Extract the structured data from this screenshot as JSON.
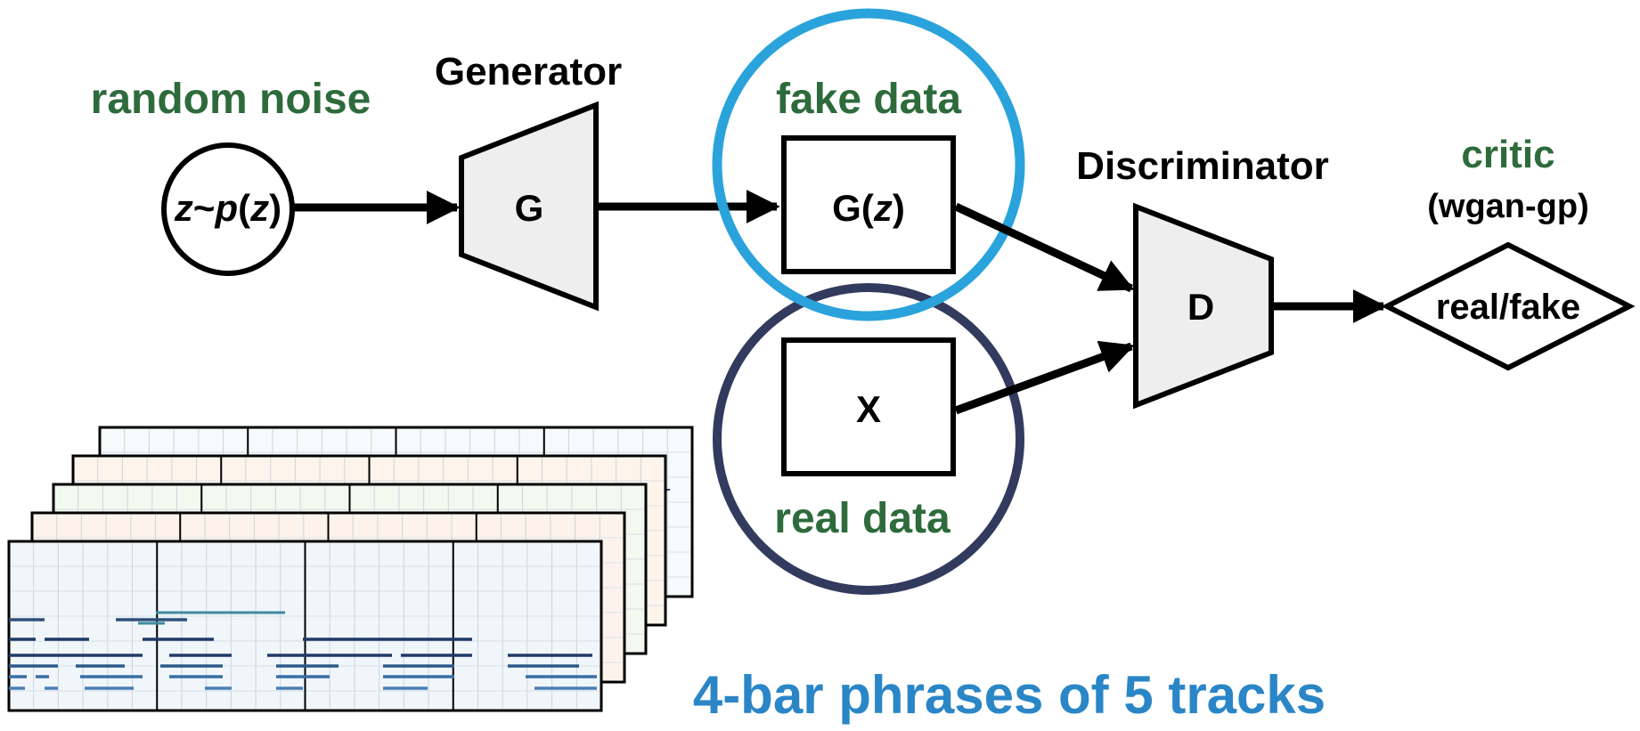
{
  "labels": {
    "random_noise": "random noise",
    "generator": "Generator",
    "generator_block": "G",
    "fake_data": "fake data",
    "fake_sample": "G(z)",
    "real_data": "real data",
    "real_sample": "X",
    "discriminator": "Discriminator",
    "discriminator_block": "D",
    "critic": "critic",
    "critic_method": "(wgan-gp)",
    "output": "real/fake",
    "caption": "4-bar phrases of 5 tracks"
  },
  "noise_formula": {
    "z": "z",
    "tilde": "~",
    "p": "p",
    "open": "(",
    "close": ")"
  },
  "colors": {
    "label_green": "#2e6b3c",
    "fake_circle": "#2aa3dc",
    "real_circle": "#323a5e",
    "caption_blue": "#2a86c7",
    "block_fill": "#eeeeee",
    "stroke": "#000000",
    "track_tints": [
      "#f6fafb",
      "#fdf4ec",
      "#f3f9ef",
      "#fdf3ec",
      "#f1f6fb"
    ]
  },
  "pianoroll": {
    "tracks": 5,
    "bars": 4
  }
}
